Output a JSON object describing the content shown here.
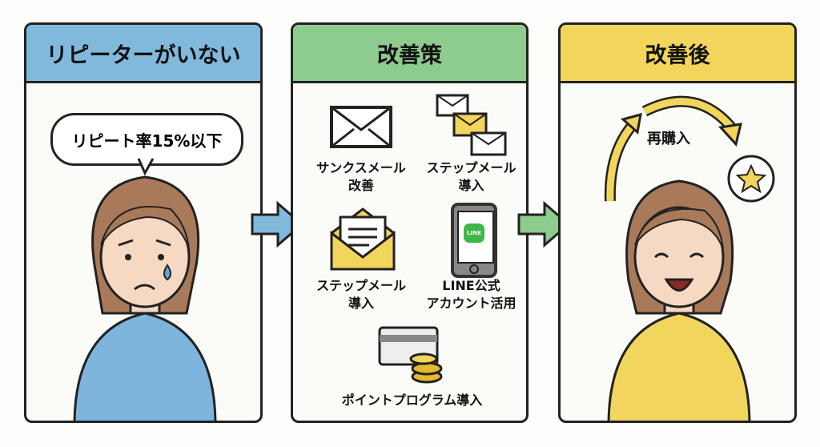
{
  "panels": [
    {
      "title": "リピーターがいない",
      "bubble": "リピート率15%以下",
      "color": "#80b9dc"
    },
    {
      "title": "改善策",
      "color": "#8ecb8e",
      "items": [
        {
          "label_line1": "サンクスメール",
          "label_line2": "改善",
          "icon": "envelope-icon"
        },
        {
          "label_line1": "ステップメール",
          "label_line2": "導入",
          "icon": "envelope-sequence-icon"
        },
        {
          "label_line1": "ステップメール",
          "label_line2": "導入",
          "icon": "open-envelope-icon"
        },
        {
          "label_line1": "LINE公式",
          "label_line2": "アカウント活用",
          "icon": "smartphone-line-icon",
          "app_badge": "LINE"
        },
        {
          "label_line1": "ポイントプログラム導入",
          "icon": "card-coins-icon"
        }
      ]
    },
    {
      "title": "改善後",
      "caption": "再購入",
      "color": "#f2d55c"
    }
  ]
}
